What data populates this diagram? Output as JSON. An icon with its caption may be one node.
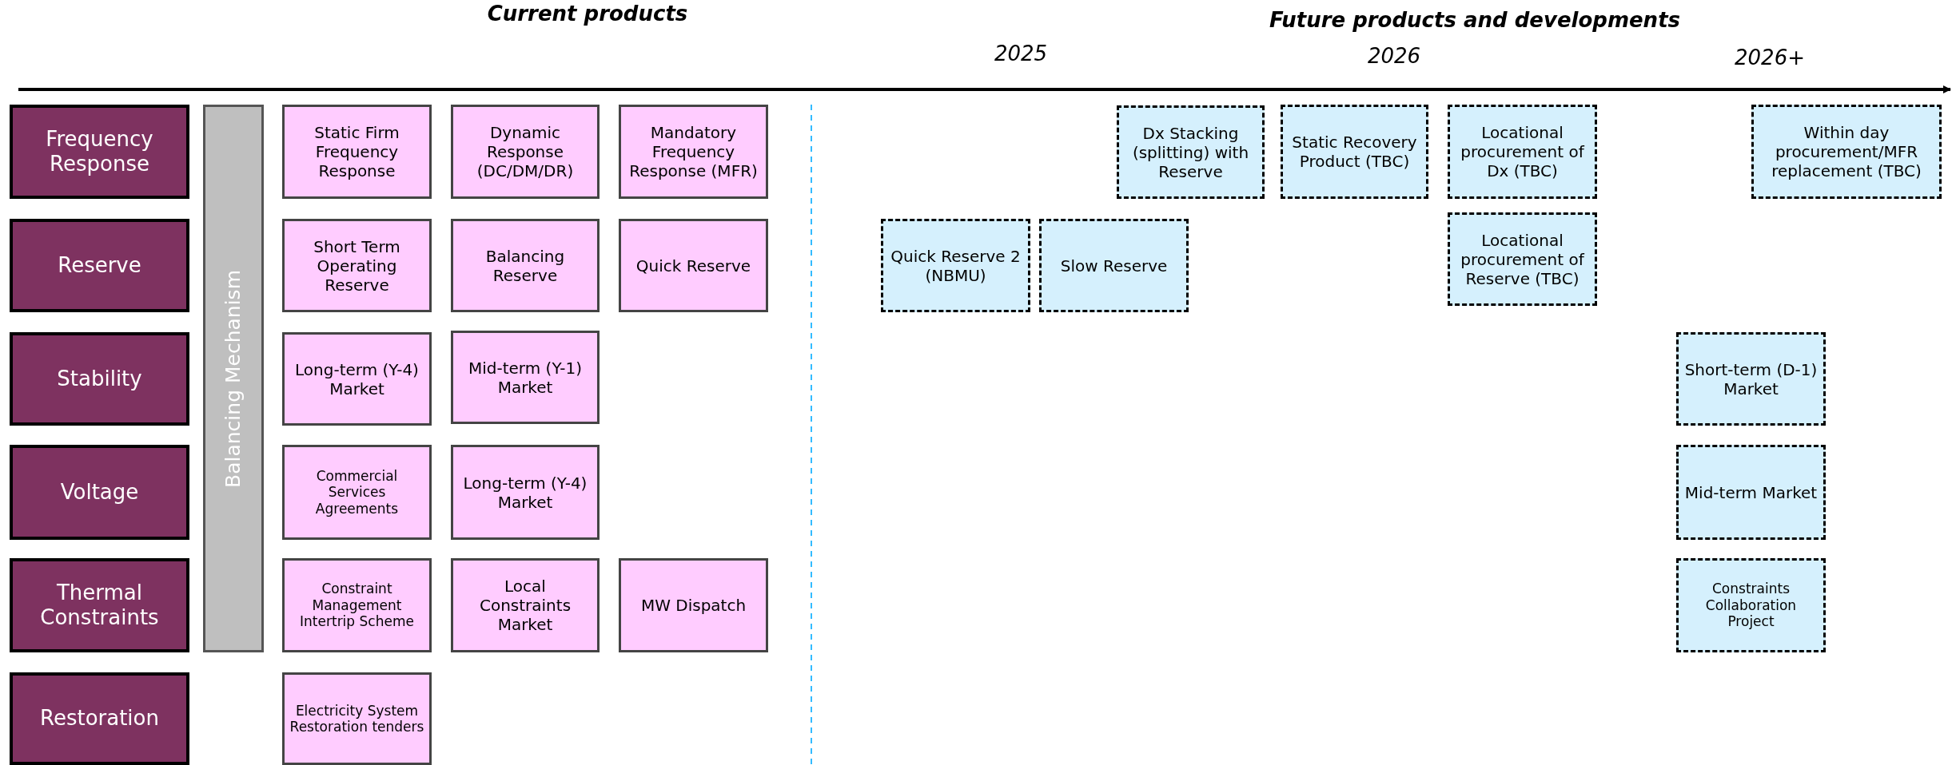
{
  "diagram": {
    "nodes": [
      {
        "text": [
          "Frequency Response"
        ]
      },
      {
        "text": [
          "Balancing Mechanism"
        ]
      },
      {
        "text": [
          "Static Firm Frequency Response"
        ]
      },
      {
        "text": [
          "Dynamic Response (DC/DM/DR)"
        ]
      },
      {
        "text": [
          "Mandatory Frequency Response (MFR)"
        ]
      },
      {
        "text": [
          "Dx Stacking (splitting) with Reserve"
        ]
      },
      {
        "text": [
          "Static Recovery Product (TBC)"
        ]
      },
      {
        "text": [
          "Locational procurement of Dx (TBC)"
        ]
      },
      {
        "text": [
          "Within day procurement/MFR replacement (TBC)"
        ]
      },
      {
        "text": [
          "Reserve"
        ]
      },
      {
        "text": [
          "Short Term Operating Reserve"
        ]
      },
      {
        "text": [
          "Balancing Reserve"
        ]
      },
      {
        "text": [
          "Quick Reserve"
        ]
      },
      {
        "text": [
          "Quick Reserve 2 (NBMU)"
        ]
      },
      {
        "text": [
          "Slow Reserve"
        ]
      },
      {
        "text": [
          "Locational procurement of Reserve (TBC)"
        ]
      },
      {
        "text": [
          "Stability"
        ]
      },
      {
        "text": [
          "Long-term (Y-4) Market"
        ]
      },
      {
        "text": [
          "Mid-term (Y-1) Market"
        ]
      },
      {
        "text": [
          "Short-term (D-1) Market"
        ]
      },
      {
        "text": [
          "Voltage"
        ]
      },
      {
        "text": [
          "Commercial Services Agreements"
        ]
      },
      {
        "text": [
          "Long-term (Y-4) Market"
        ]
      },
      {
        "text": [
          "Mid-term Market"
        ]
      },
      {
        "text": [
          "Thermal Constraints"
        ]
      },
      {
        "text": [
          "Constraint Management Intertrip Scheme"
        ]
      },
      {
        "text": [
          "Local Constraints Market"
        ]
      },
      {
        "text": [
          "MW Dispatch"
        ]
      },
      {
        "text": [
          "Constraints Collaboration Project"
        ]
      },
      {
        "text": [
          "Restoration"
        ]
      },
      {
        "text": [
          "Electricity System Restoration tenders"
        ]
      }
    ],
    "edges": [],
    "labels": [
      "Current products",
      "Future products and developments",
      "2025",
      "2026",
      "2026+"
    ]
  }
}
